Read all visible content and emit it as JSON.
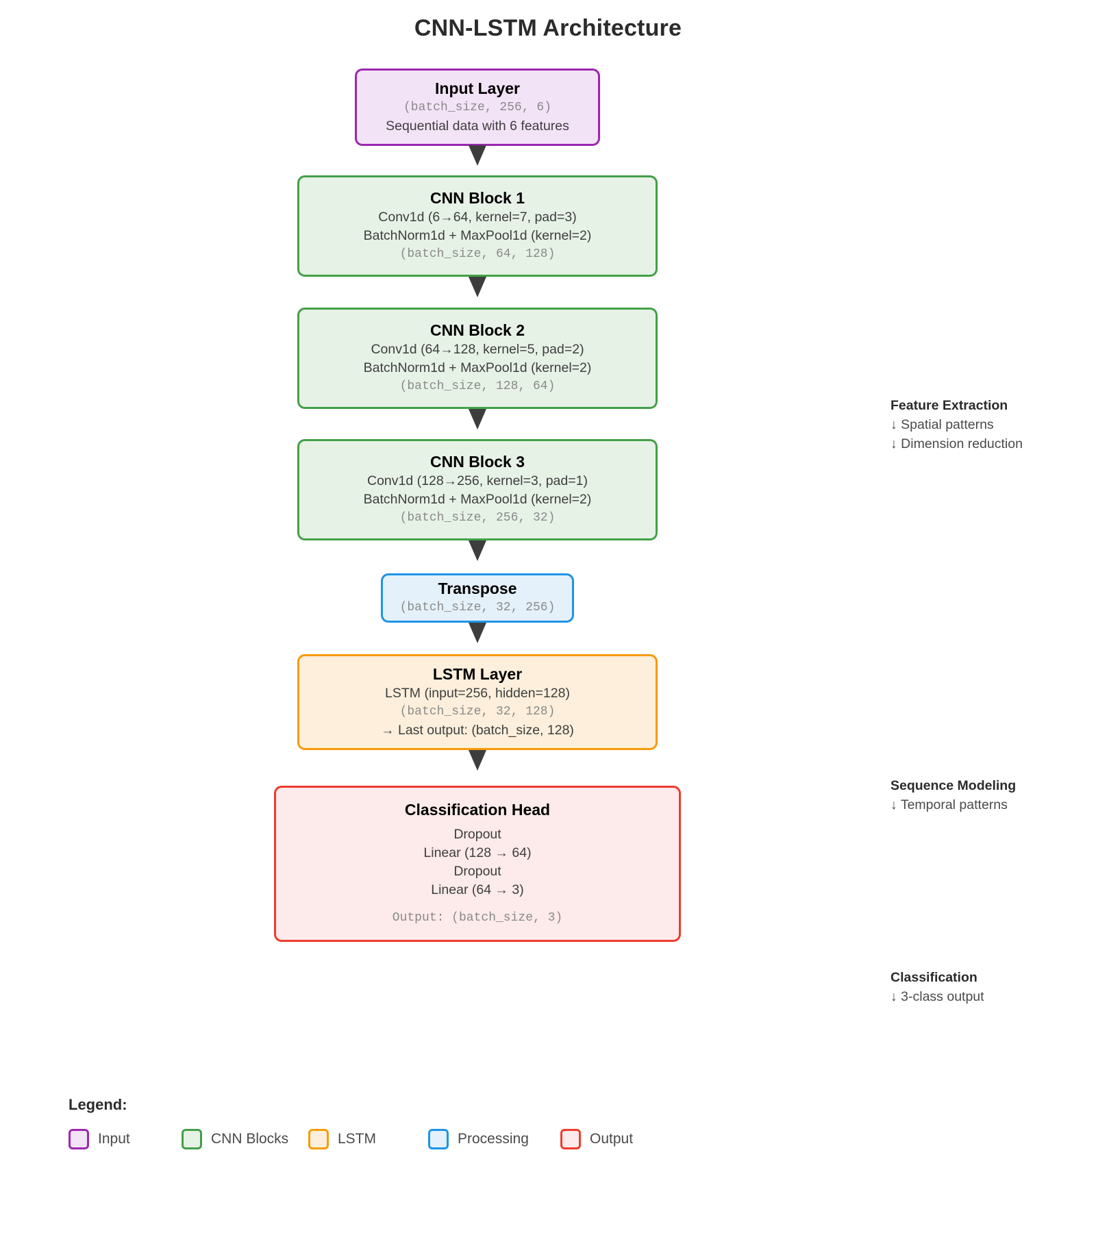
{
  "title": "CNN-LSTM Architecture",
  "nodes": [
    {
      "id": "input-layer",
      "kind": "input",
      "title": "Input Layer",
      "lines": [
        {
          "text": "(batch_size, 256, 6)",
          "style": "shape"
        },
        {
          "text": "Sequential data with 6 features",
          "style": "normal"
        }
      ]
    },
    {
      "id": "cnn-block-1",
      "kind": "cnn",
      "title": "CNN Block 1",
      "lines": [
        {
          "text": "Conv1d (6→64, kernel=7, pad=3)",
          "style": "normal"
        },
        {
          "text": "BatchNorm1d + MaxPool1d (kernel=2)",
          "style": "normal"
        },
        {
          "text": "(batch_size, 64, 128)",
          "style": "shape"
        }
      ]
    },
    {
      "id": "cnn-block-2",
      "kind": "cnn",
      "title": "CNN Block 2",
      "lines": [
        {
          "text": "Conv1d (64→128, kernel=5, pad=2)",
          "style": "normal"
        },
        {
          "text": "BatchNorm1d + MaxPool1d (kernel=2)",
          "style": "normal"
        },
        {
          "text": "(batch_size, 128, 64)",
          "style": "shape"
        }
      ]
    },
    {
      "id": "cnn-block-3",
      "kind": "cnn",
      "title": "CNN Block 3",
      "lines": [
        {
          "text": "Conv1d (128→256, kernel=3, pad=1)",
          "style": "normal"
        },
        {
          "text": "BatchNorm1d + MaxPool1d (kernel=2)",
          "style": "normal"
        },
        {
          "text": "(batch_size, 256, 32)",
          "style": "shape"
        }
      ]
    },
    {
      "id": "transpose",
      "kind": "processing",
      "title": "Transpose",
      "lines": [
        {
          "text": "(batch_size, 32, 256)",
          "style": "shape"
        }
      ]
    },
    {
      "id": "lstm-layer",
      "kind": "lstm",
      "title": "LSTM Layer",
      "lines": [
        {
          "text": "LSTM (input=256, hidden=128)",
          "style": "normal"
        },
        {
          "text": "(batch_size, 32, 128)",
          "style": "shape"
        },
        {
          "text": "→ Last output: (batch_size, 128)",
          "style": "normal"
        }
      ]
    },
    {
      "id": "classification-head",
      "kind": "output",
      "title": "Classification Head",
      "lines": [
        {
          "text": "Dropout",
          "style": "normal"
        },
        {
          "text": "Linear (128 → 64)",
          "style": "normal"
        },
        {
          "text": "Dropout",
          "style": "normal"
        },
        {
          "text": "Linear (64 → 3)",
          "style": "normal"
        },
        {
          "text": "Output: (batch_size, 3)",
          "style": "shape"
        }
      ]
    }
  ],
  "annotations": [
    {
      "id": "feature-extraction",
      "title": "Feature Extraction",
      "items": [
        "↓ Spatial patterns",
        "↓ Dimension reduction"
      ]
    },
    {
      "id": "sequence-modeling",
      "title": "Sequence Modeling",
      "items": [
        "↓ Temporal patterns"
      ]
    },
    {
      "id": "classification",
      "title": "Classification",
      "items": [
        "↓ 3-class output"
      ]
    }
  ],
  "legend": {
    "heading": "Legend:",
    "items": [
      {
        "label": "Input",
        "border": "#9c27b0",
        "fill": "#f3e3f7"
      },
      {
        "label": "CNN Blocks",
        "border": "#43a047",
        "fill": "#e7f2e7"
      },
      {
        "label": "LSTM",
        "border": "#f79b0c",
        "fill": "#fdefdb"
      },
      {
        "label": "Processing",
        "border": "#1e93e8",
        "fill": "#e4f1fb"
      },
      {
        "label": "Output",
        "border": "#ef3b2d",
        "fill": "#fdeaea"
      }
    ]
  },
  "colors": {
    "input": "#9c27b0",
    "cnn": "#43a047",
    "lstm": "#f79b0c",
    "processing": "#1e93e8",
    "output": "#ef3b2d",
    "arrow": "#3d3d3d",
    "background": "#ffffff"
  }
}
